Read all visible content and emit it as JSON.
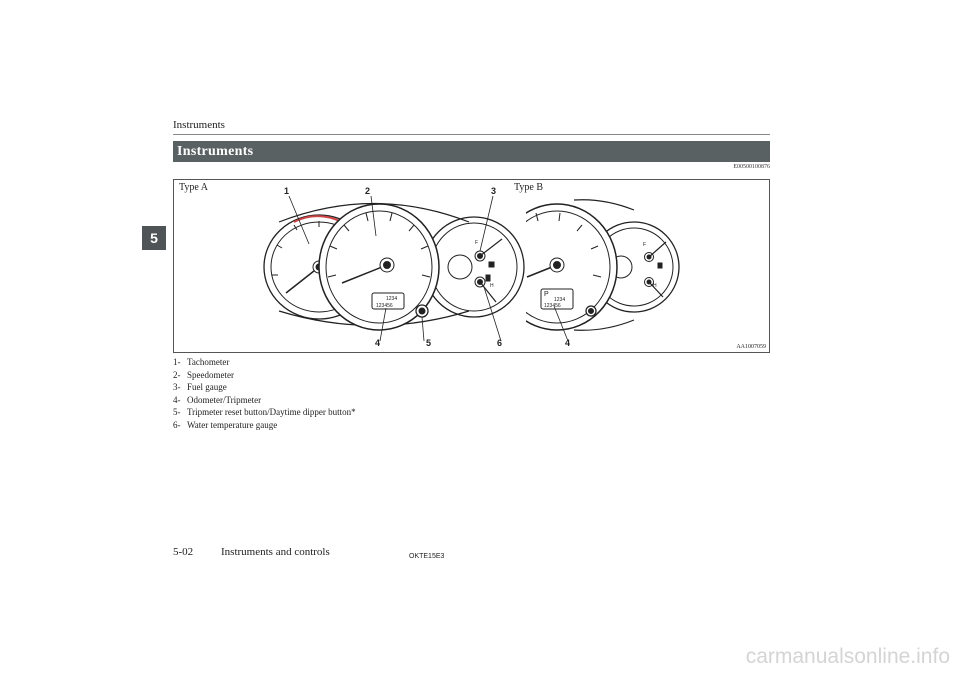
{
  "header": {
    "running_head": "Instruments",
    "chapter_tab": "5"
  },
  "section": {
    "title": "Instruments",
    "code": "E00500100876"
  },
  "figure": {
    "type_a_label": "Type A",
    "type_b_label": "Type B",
    "figure_code": "AA1007059",
    "callouts_a": [
      "1",
      "2",
      "3",
      "4",
      "5",
      "6"
    ],
    "callout_b": "4",
    "fuel_full": "F",
    "temp_hot": "H",
    "odo_top": "1234",
    "odo_bottom": "123456",
    "gear_indicator": "P"
  },
  "legend": [
    {
      "num": "1-",
      "text": "Tachometer"
    },
    {
      "num": "2-",
      "text": "Speedometer"
    },
    {
      "num": "3-",
      "text": "Fuel gauge"
    },
    {
      "num": "4-",
      "text": "Odometer/Tripmeter"
    },
    {
      "num": "5-",
      "text": "Tripmeter reset button/Daytime dipper button*"
    },
    {
      "num": "6-",
      "text": "Water temperature gauge"
    }
  ],
  "footer": {
    "page": "5-02",
    "title": "Instruments and controls",
    "code": "OKTE15E3"
  },
  "watermark": "carmanualsonline.info"
}
